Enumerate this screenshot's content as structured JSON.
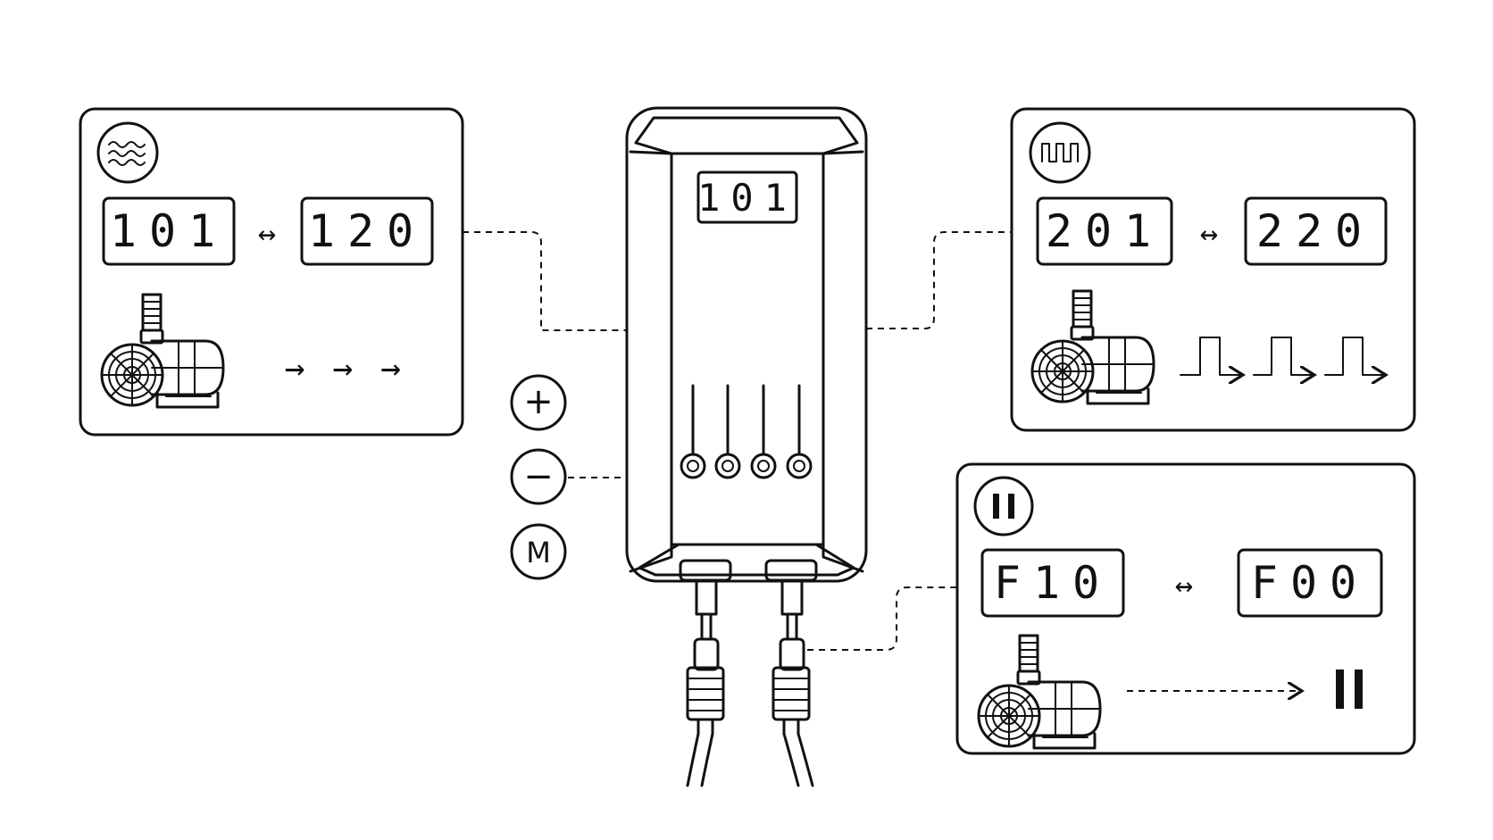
{
  "controller": {
    "display": "101"
  },
  "buttons": {
    "plus": "+",
    "minus": "−",
    "mode": "M"
  },
  "modes": [
    {
      "name": "wave",
      "icon": "wave-icon",
      "from": "101",
      "to": "120",
      "arrow": "↔",
      "effect": "→  →  →"
    },
    {
      "name": "pulse",
      "icon": "pulse-icon",
      "from": "201",
      "to": "220",
      "arrow": "↔"
    },
    {
      "name": "pause",
      "icon": "pause-icon",
      "from": "F10",
      "to": "F00",
      "arrow": "↔"
    }
  ]
}
